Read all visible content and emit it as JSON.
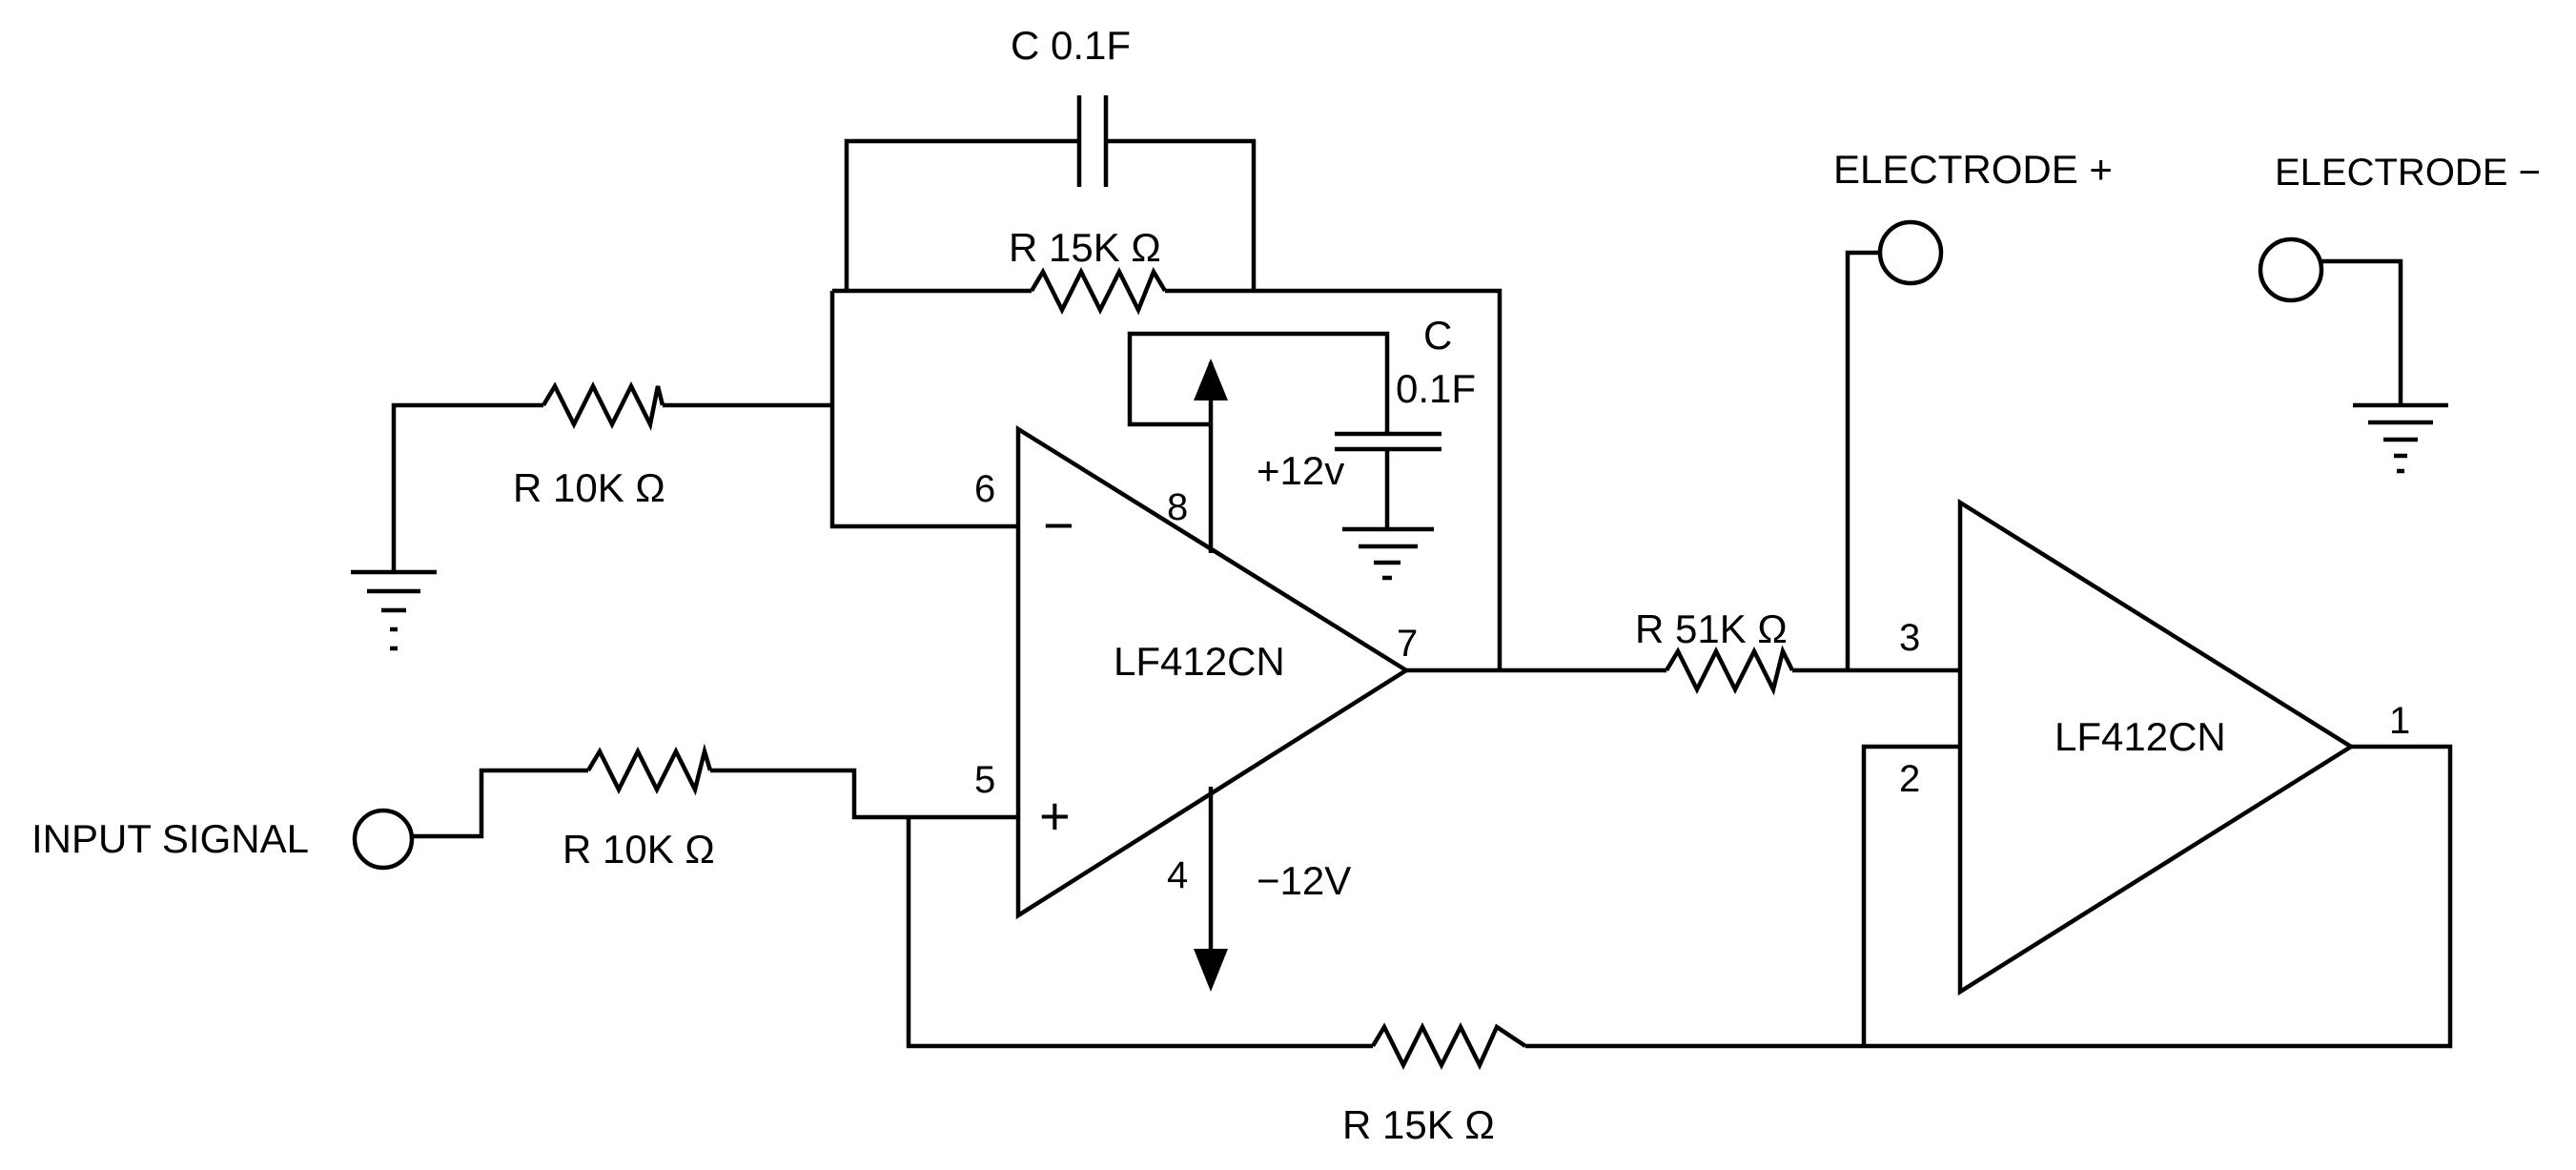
{
  "labels": {
    "cap_top": "C 0.1F",
    "res_feedback": "R 15K Ω",
    "res_ground": "R 10K Ω",
    "cap_supply_c": "C",
    "cap_supply_value": "0.1F",
    "supply_pos": "+12v",
    "supply_neg": "−12V",
    "opamp1_name": "LF412CN",
    "opamp2_name": "LF412CN",
    "res_input": "R 10K Ω",
    "res_output": "R 51K Ω",
    "res_bottom": "R 15K Ω",
    "input_signal": "INPUT SIGNAL",
    "electrode_plus": "ELECTRODE +",
    "electrode_minus": "ELECTRODE −"
  },
  "pins": {
    "u1_pin6": "6",
    "u1_pin5": "5",
    "u1_pin8": "8",
    "u1_pin4": "4",
    "u1_pin7": "7",
    "u2_pin3": "3",
    "u2_pin2": "2",
    "u2_pin1": "1"
  },
  "symbols": {
    "minus": "−",
    "plus": "+"
  }
}
